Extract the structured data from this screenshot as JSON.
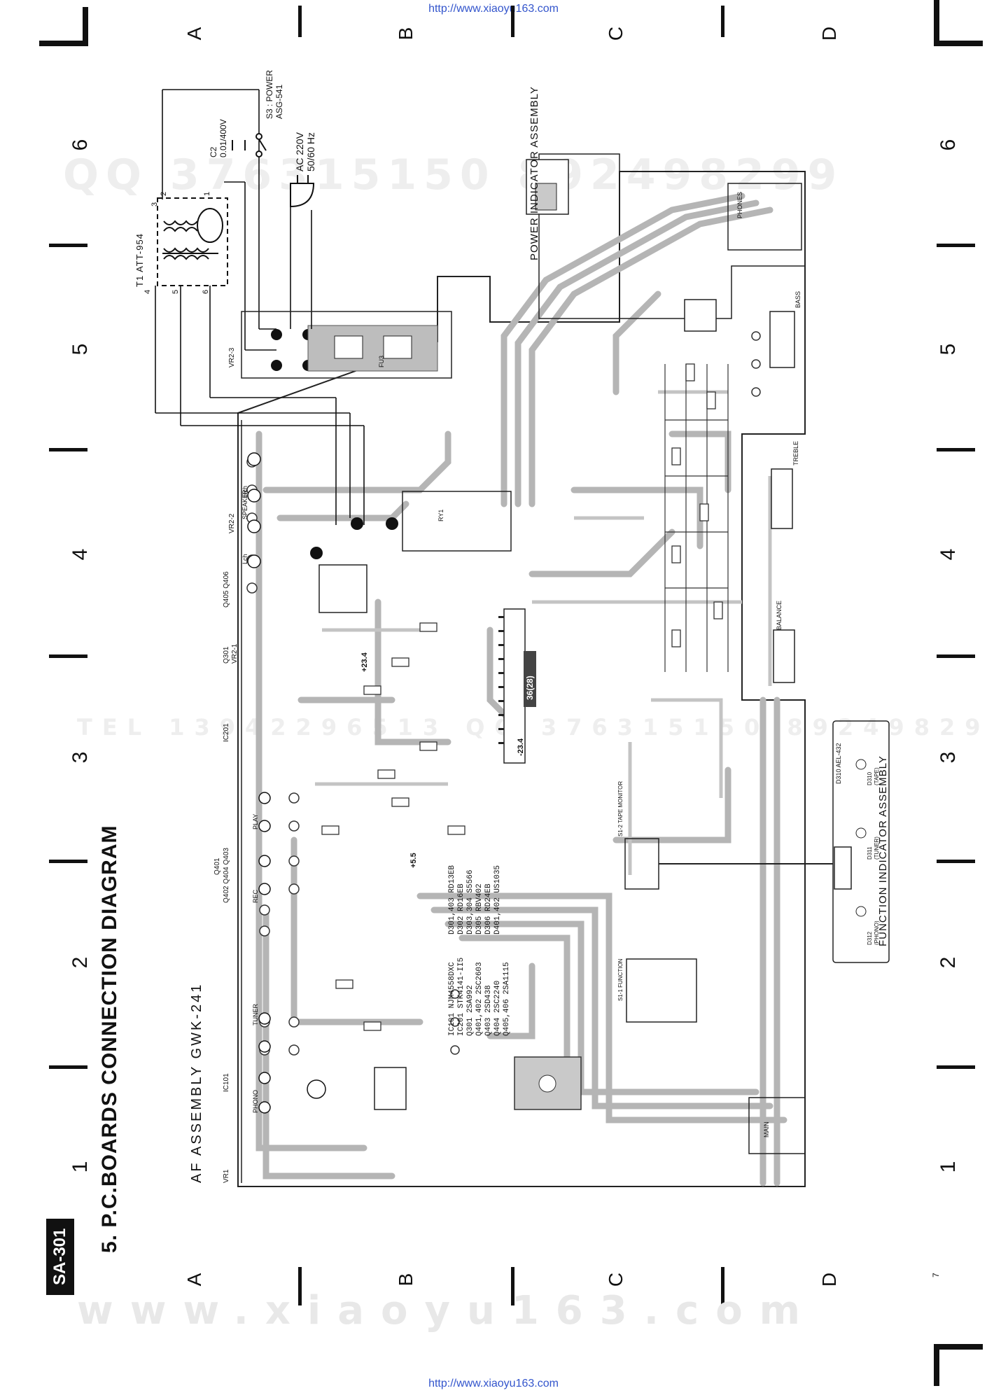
{
  "header": {
    "url_top": "http://www.xiaoyu163.com",
    "url_bottom": "http://www.xiaoyu163.com",
    "model": "SA-301",
    "section_title": "5. P.C.BOARDS CONNECTION DIAGRAM",
    "page_number": "7"
  },
  "grid": {
    "columns": [
      "1",
      "2",
      "3",
      "4",
      "5",
      "6"
    ],
    "rows": [
      "A",
      "B",
      "C",
      "D"
    ]
  },
  "watermarks": {
    "qq_line": "QQ 376315150  892498299",
    "tel_line": "TEL 13942296513  QQ 376315150  892498299",
    "site_line": "www.xiaoyu163.com"
  },
  "assemblies": {
    "af": "AF ASSEMBLY  GWK-241",
    "power_indicator": "POWER INDICATOR ASSEMBLY",
    "function_indicator": "FUNCTION INDICATOR ASSEMBLY"
  },
  "transformer": {
    "label": "T1  ATT-954",
    "pins": [
      "1",
      "2",
      "3",
      "4",
      "5",
      "6"
    ]
  },
  "power": {
    "capacitor": "C2\n0.01/400V",
    "switch": "S3 : POWER\nASG-541",
    "ac": "AC 220V\n50/60 Hz",
    "fuse": "FU3"
  },
  "board_labels": {
    "speaker": "SPEAKER",
    "lch": "Lch",
    "rch": "Rch",
    "phones": "PHONES",
    "bass": "BASS",
    "treble": "TREBLE",
    "balance": "BALANCE",
    "function": "S1-1  FUNCTION",
    "tape_monitor": "S1-2  TAPE MONITOR",
    "play": "PLAY",
    "rec": "REC",
    "tuner": "TUNER",
    "phono": "PHONO",
    "ry1": "RY1",
    "main": "MAIN",
    "ic201_pin": "36(28)",
    "v_neg": "-23.4",
    "v_pos": "+23.4",
    "v_45": "+5.5",
    "vr_labels": [
      "VR1",
      "IC101",
      "Q402 Q404 Q403",
      "IC201",
      "Q301",
      "VR2-1",
      "Q405 Q406",
      "VR2-2",
      "VR2-3",
      "Q401"
    ]
  },
  "function_indicator_parts": {
    "top": "D310  AEL-432",
    "d312": "D312\n(PHONO)",
    "d311": "D311\n(TUNER)",
    "d310": "D310\n(TAPE)"
  },
  "parts_list": [
    "IC101  NJM4558DXC",
    "IC201  STK4141-II5",
    "Q301  2SA992",
    "Q401,402  2SC2603",
    "Q403  2SD438",
    "Q404  2SC2240",
    "Q405,406  2SA1115",
    "D301,403  RD13EB",
    "D302  RD16EB",
    "D303,304  S5566",
    "D305  RBV402",
    "D306  RD24EB",
    "D401,402  US1035"
  ]
}
